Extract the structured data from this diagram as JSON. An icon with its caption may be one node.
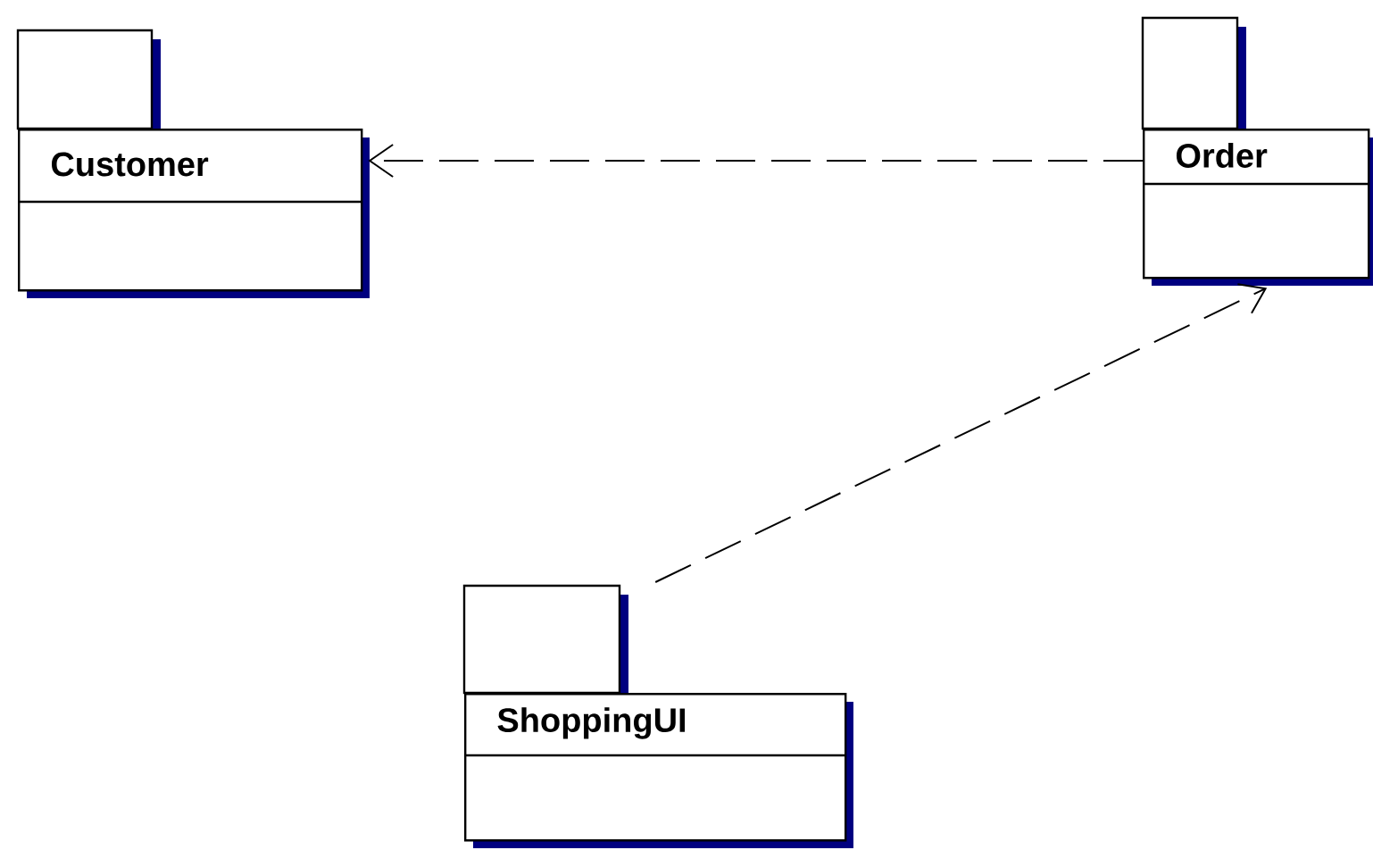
{
  "diagram": {
    "nodes": [
      {
        "text": [
          "Customer"
        ]
      },
      {
        "text": [
          "Order"
        ]
      },
      {
        "text": [
          "ShoppingUI"
        ]
      }
    ],
    "edges": [
      {
        "from": 1,
        "to": 0,
        "arrow": "to",
        "style": "dashed"
      },
      {
        "from": 2,
        "to": 1,
        "arrow": "to",
        "style": "dashed"
      }
    ]
  }
}
